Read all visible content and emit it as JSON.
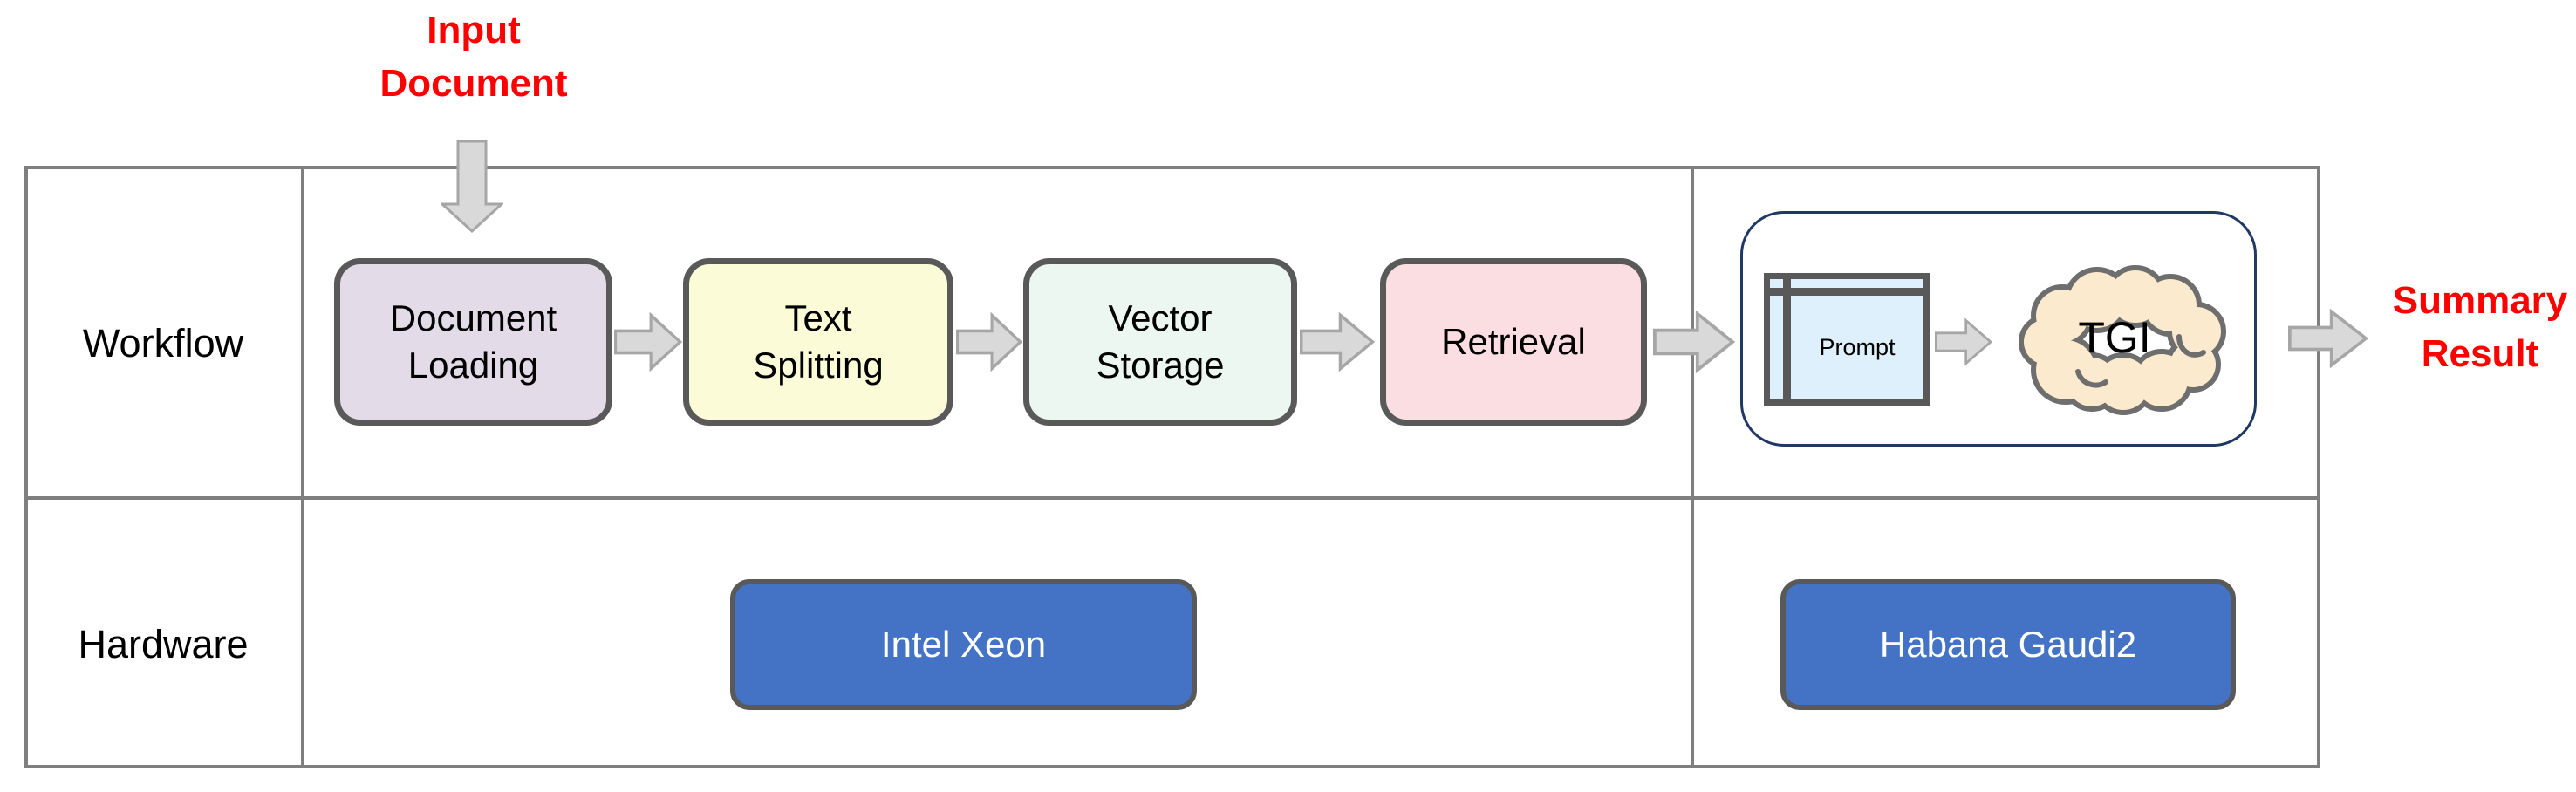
{
  "diagram": {
    "input_label": "Input\nDocument",
    "output_label": "Summary\nResult",
    "row_labels": {
      "workflow": "Workflow",
      "hardware": "Hardware"
    },
    "workflow_steps": [
      {
        "label": "Document\nLoading",
        "fill": "#E4DBE8"
      },
      {
        "label": "Text\nSplitting",
        "fill": "#FCFBD7"
      },
      {
        "label": "Vector\nStorage",
        "fill": "#EBF7F0"
      },
      {
        "label": "Retrieval",
        "fill": "#FBDEE1"
      }
    ],
    "serving": {
      "prompt_label": "Prompt",
      "engine_label": "TGI"
    },
    "hardware_boxes": [
      {
        "label": "Intel Xeon",
        "fill": "#4472C4"
      },
      {
        "label": "Habana Gaudi2",
        "fill": "#4472C4"
      }
    ],
    "colors": {
      "accent_red": "#FF0000",
      "box_border": "#595959",
      "table_border": "#7F7F7F",
      "arrow_fill": "#D9D9D9",
      "arrow_border": "#A6A6A6",
      "serving_border": "#1F3864",
      "prompt_fill": "#DDF0FB",
      "cloud_fill": "#FBEACD",
      "cloud_border": "#6E6E6E",
      "hardware_text": "#FFFFFF"
    }
  }
}
